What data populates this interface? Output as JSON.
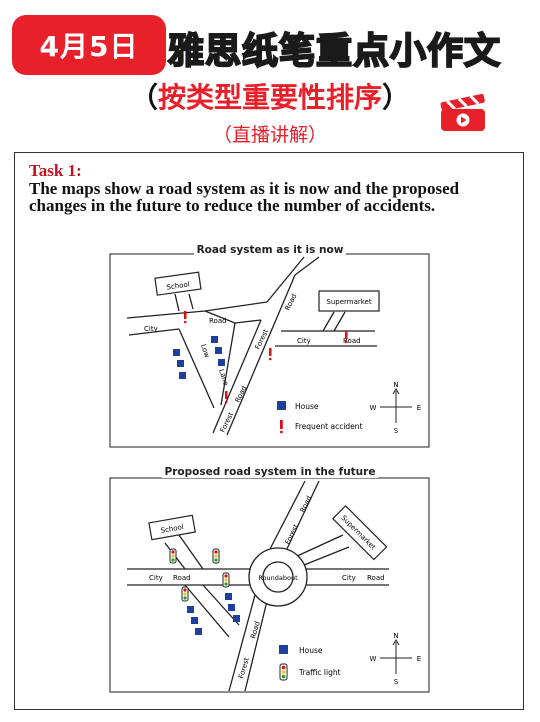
{
  "header": {
    "date_badge": "4月5日",
    "headline": "雅思纸笔重点小作文",
    "subhead_open": "（",
    "subhead": "按类型重要性排序",
    "subhead_close": "）",
    "live_note": "（直播讲解）",
    "icon": "clapperboard-play-icon"
  },
  "task": {
    "label": "Task 1:",
    "prompt": "The maps show a road system as it is now and the proposed changes in the future to reduce the number of accidents."
  },
  "map_now": {
    "title": "Road system as it is now",
    "labels": {
      "school": "School",
      "supermarket": "Supermarket",
      "city_left": "City",
      "road_left": "Road",
      "low": "Low",
      "lane": "Lane",
      "forest_top": "Forest",
      "road_top": "Road",
      "forest_bottom": "Forest",
      "road_bottom": "Road",
      "city_right": "City",
      "road_right": "Road"
    },
    "legend": {
      "house": "House",
      "accident": "Frequent accident"
    },
    "compass": {
      "n": "N",
      "s": "S",
      "e": "E",
      "w": "W"
    }
  },
  "map_future": {
    "title": "Proposed road system in the future",
    "labels": {
      "school": "School",
      "supermarket": "Supermarket",
      "city_left": "City",
      "road_left": "Road",
      "roundabout": "Roundabout",
      "forest_top": "Forest",
      "road_top": "Road",
      "forest_bottom": "Forest",
      "road_bottom": "Road",
      "city_right": "City",
      "road_right": "Road"
    },
    "legend": {
      "house": "House",
      "traffic_light": "Traffic light"
    },
    "compass": {
      "n": "N",
      "s": "S",
      "e": "E",
      "w": "W"
    }
  },
  "colors": {
    "accent_red": "#e8202a",
    "title_yellow": "#ffd21a",
    "house_blue": "#1f3f9e"
  }
}
